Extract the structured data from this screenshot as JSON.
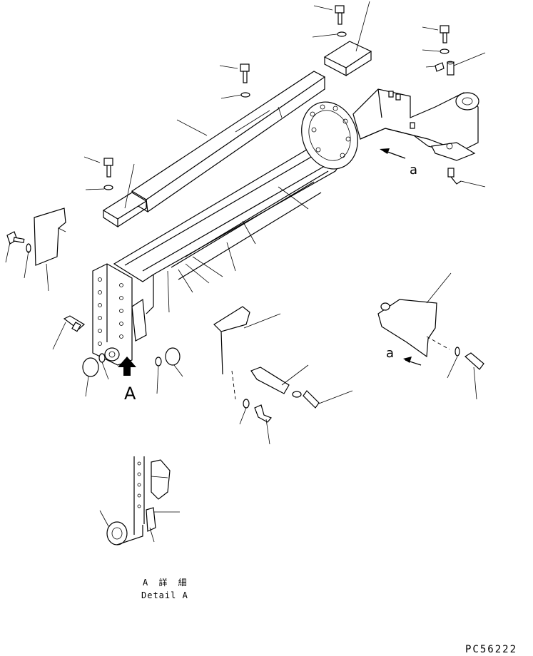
{
  "labels": {
    "view_arrow": "A",
    "direction_right": "a",
    "direction_shield": "a",
    "detail_caption_jp": "A 詳 細",
    "detail_caption_en": "Detail A",
    "drawing_number": "PC56222"
  }
}
